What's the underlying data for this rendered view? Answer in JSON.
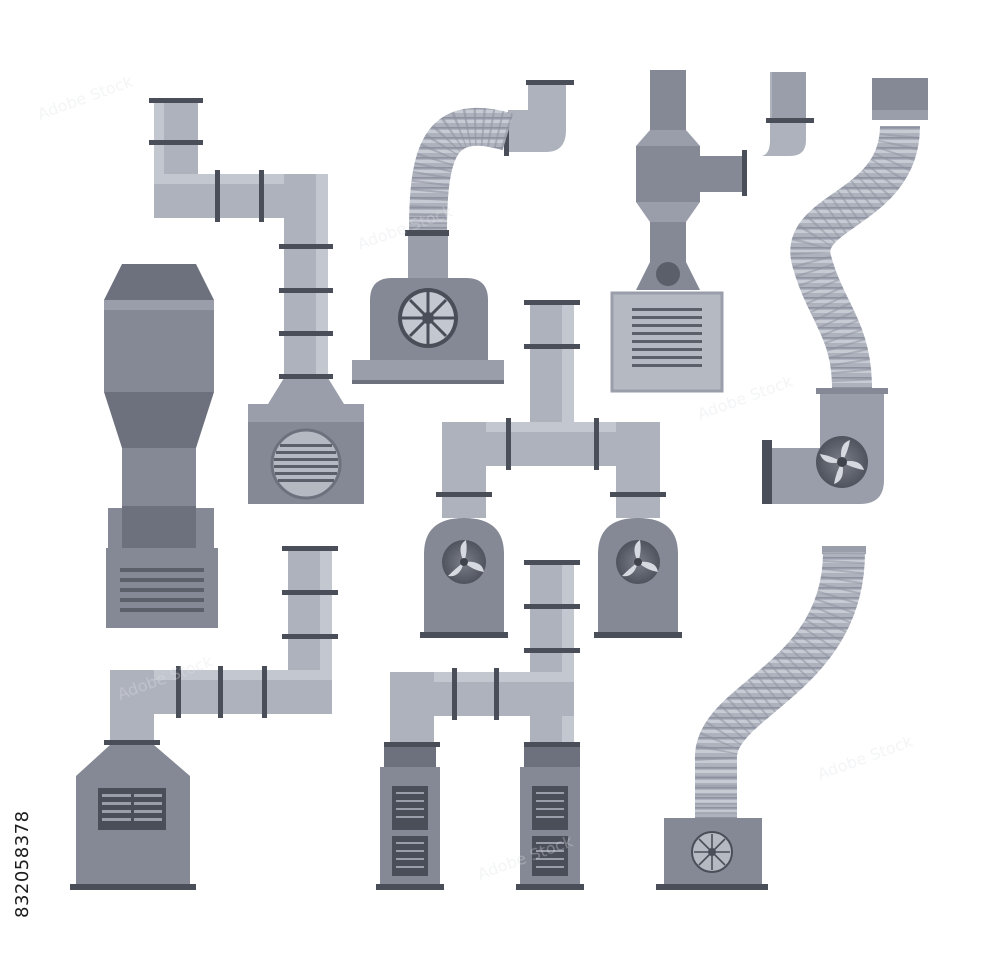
{
  "image": {
    "background": "#ffffff",
    "subject": "HVAC ventilation duct and fan units set"
  },
  "stock_id": "832058378",
  "watermark_text": "Adobe Stock",
  "colors": {
    "duct_light": "#aeb2bd",
    "duct_mid": "#9a9eab",
    "duct_highlight": "#c3c7d0",
    "unit_body": "#858995",
    "unit_dark": "#6d717d",
    "outline": "#4a4e58",
    "grille_panel": "#b5b9c2",
    "grille_slot": "#5b5f69",
    "fan_disc": "#5d616c"
  },
  "items": [
    {
      "name": "elbow-duct-with-grille-box",
      "icon": "duct-elbow-grille"
    },
    {
      "name": "flex-duct-centrifugal-blower",
      "icon": "blower-flex"
    },
    {
      "name": "hood-duct-with-vent-panel",
      "icon": "hood-vent"
    },
    {
      "name": "flex-duct-axial-fan",
      "icon": "axial-fan-flex"
    },
    {
      "name": "large-exhaust-stack",
      "icon": "exhaust-stack"
    },
    {
      "name": "twin-fan-manifold",
      "icon": "twin-fan"
    },
    {
      "name": "elbow-duct-air-handler",
      "icon": "air-handler"
    },
    {
      "name": "twin-vent-cabinet-manifold",
      "icon": "twin-cabinet"
    },
    {
      "name": "flex-duct-floor-fan-box",
      "icon": "floor-fan-box"
    }
  ]
}
